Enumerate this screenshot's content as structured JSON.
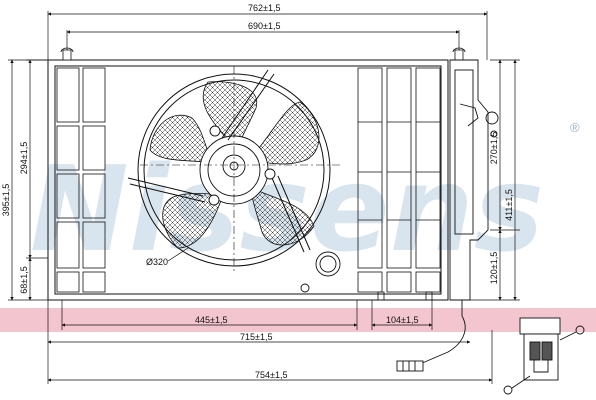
{
  "watermark": {
    "text": "Nissens",
    "registered_mark": "®",
    "color": "#b9cfe0",
    "band_color": "#f3c6cf"
  },
  "dimensions": {
    "top_overall": "762±1,5",
    "top_inner": "690±1,5",
    "left_overall": "395±1,5",
    "left_upper": "294±1,5",
    "left_lower": "68±1,5",
    "right_upper": "270±1,5",
    "right_middle": "411±1,5",
    "right_lower": "120±1,5",
    "bottom_left": "445±1,5",
    "bottom_right": "104±1,5",
    "bottom_middle": "715±1,5",
    "bottom_overall": "754±1,5",
    "fan_diameter": "Ø320"
  }
}
